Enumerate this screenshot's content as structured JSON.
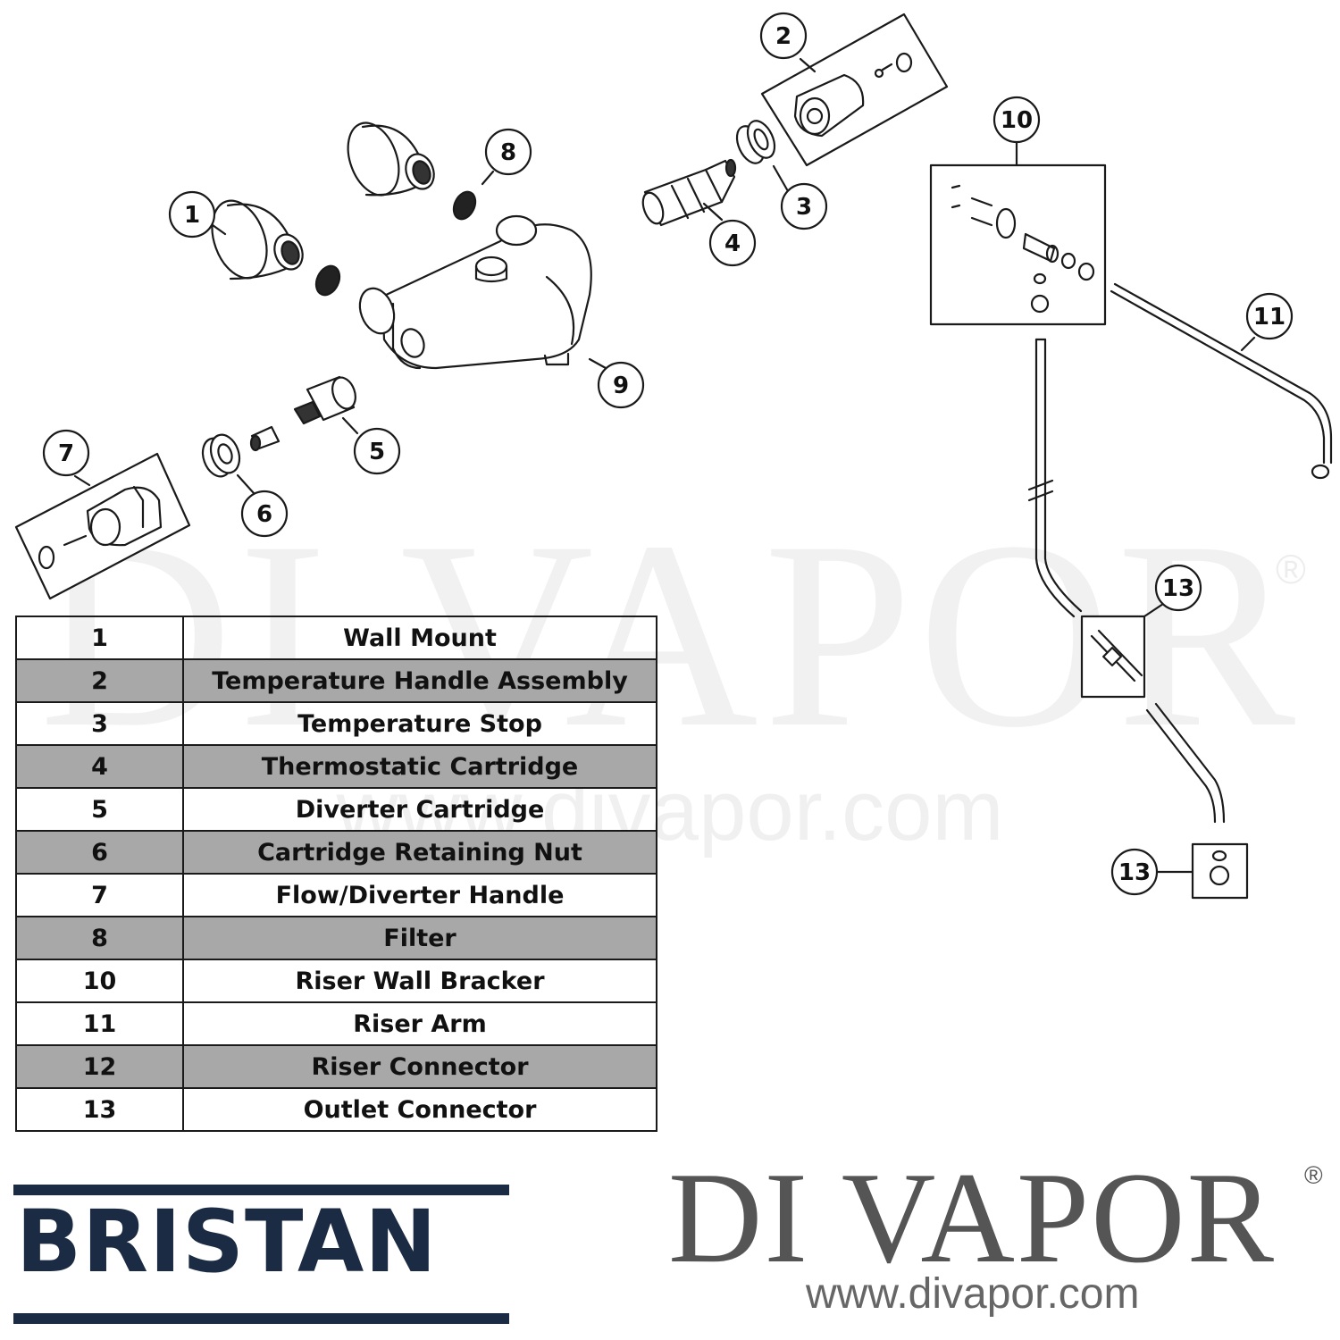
{
  "watermark": {
    "text": "DI VAPOR",
    "url": "www.divapor.com",
    "registered": "®"
  },
  "callouts": {
    "c1": "1",
    "c2": "2",
    "c3": "3",
    "c4": "4",
    "c5": "5",
    "c6": "6",
    "c7": "7",
    "c8": "8",
    "c9": "9",
    "c10": "10",
    "c11": "11",
    "c13a": "13",
    "c13b": "13"
  },
  "parts_table": [
    {
      "num": "1",
      "name": "Wall Mount"
    },
    {
      "num": "2",
      "name": "Temperature Handle Assembly"
    },
    {
      "num": "3",
      "name": "Temperature Stop"
    },
    {
      "num": "4",
      "name": "Thermostatic Cartridge"
    },
    {
      "num": "5",
      "name": "Diverter Cartridge"
    },
    {
      "num": "6",
      "name": "Cartridge Retaining Nut"
    },
    {
      "num": "7",
      "name": "Flow/Diverter Handle"
    },
    {
      "num": "8",
      "name": "Filter"
    },
    {
      "num": "10",
      "name": "Riser Wall Bracker"
    },
    {
      "num": "11",
      "name": "Riser Arm"
    },
    {
      "num": "12",
      "name": "Riser Connector"
    },
    {
      "num": "13",
      "name": "Outlet Connector"
    }
  ],
  "branding": {
    "bristan": "BRISTAN",
    "divapor": "DI VAPOR",
    "divapor_reg": "®",
    "divapor_url": "www.divapor.com"
  },
  "colors": {
    "bristan_navy": "#1c2b44",
    "divapor_grey": "#555555",
    "row_shade": "#a8a8a8",
    "line": "#1a1a1a"
  }
}
